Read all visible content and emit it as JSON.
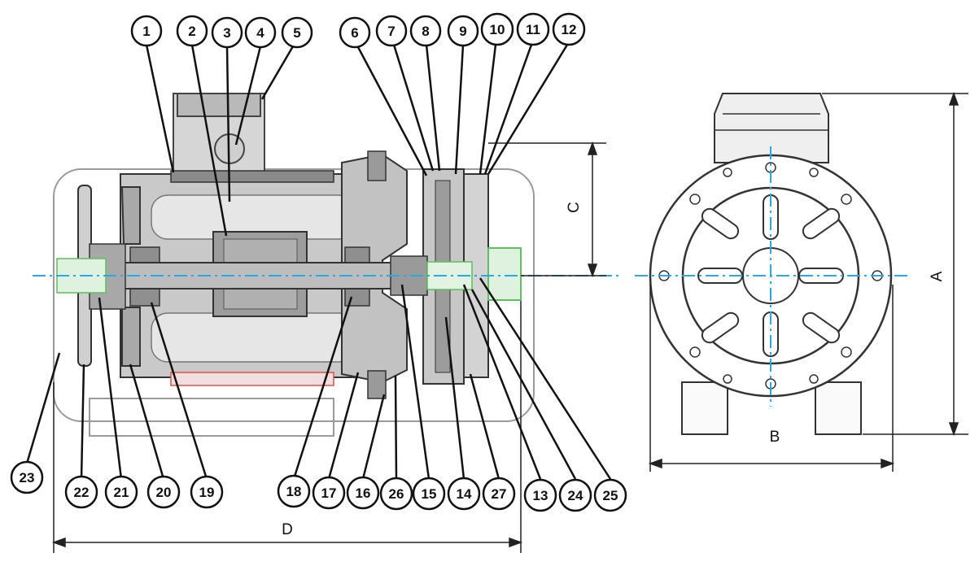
{
  "callouts": {
    "c1": "1",
    "c2": "2",
    "c3": "3",
    "c4": "4",
    "c5": "5",
    "c6": "6",
    "c7": "7",
    "c8": "8",
    "c9": "9",
    "c10": "10",
    "c11": "11",
    "c12": "12",
    "c13": "13",
    "c14": "14",
    "c15": "15",
    "c16": "16",
    "c17": "17",
    "c18": "18",
    "c19": "19",
    "c20": "20",
    "c21": "21",
    "c22": "22",
    "c23": "23",
    "c24": "24",
    "c25": "25",
    "c26": "26",
    "c27": "27"
  },
  "dimensions": {
    "a": "A",
    "b": "B",
    "c": "C",
    "d": "D"
  },
  "colors": {
    "line": "#222222",
    "body_gray": "#b9b9b9",
    "light_gray": "#d6d6d6",
    "dark_gray": "#8a8a8a",
    "centerline": "#2aa9e0",
    "seal_green": "#5cc05c",
    "accent_red": "#d9534f",
    "callout_stroke": "#111111"
  }
}
